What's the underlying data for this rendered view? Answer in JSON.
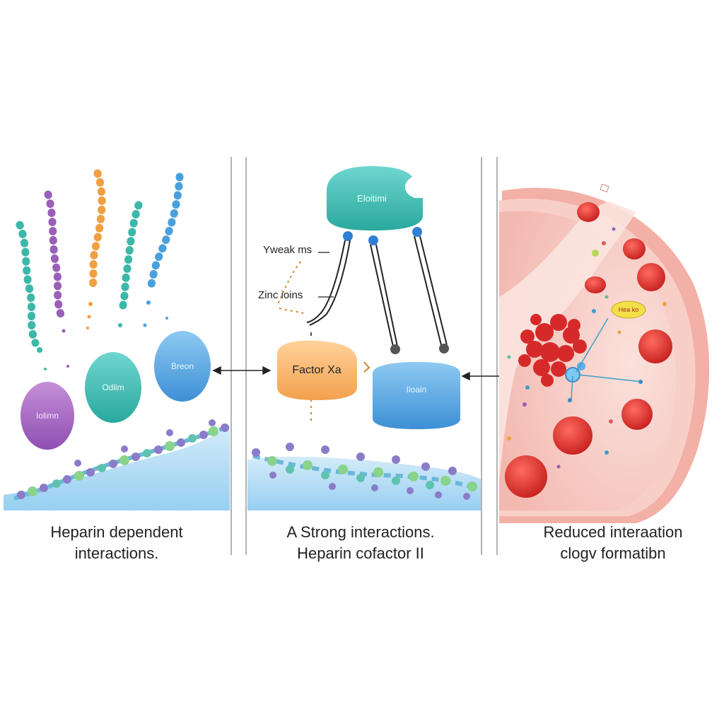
{
  "panels": {
    "left": {
      "blobs": [
        "Breon",
        "Odlim",
        "Iolimn"
      ],
      "caption_lines": [
        "Heparin dependent",
        "interactions."
      ]
    },
    "middle": {
      "top_protein": "Eloitimi",
      "labels": [
        "Yweak ms",
        "Zinc ioins"
      ],
      "factor": "Factor Xa",
      "bottom_protein": "Iloain",
      "caption_lines": [
        "A Strong interactions.",
        "Heparin cofactor II"
      ]
    },
    "right": {
      "tag": "Hea ko",
      "caption_lines": [
        "Reduced interaation",
        "clogv formatibn"
      ]
    }
  },
  "colors": {
    "teal": "#3cb8a8",
    "purple": "#9a5fb8",
    "orange": "#f0a040",
    "blue": "#4aa0dc",
    "green": "#5cc090",
    "vessel": "#f2b7b0",
    "cell": "#d62a2a"
  }
}
